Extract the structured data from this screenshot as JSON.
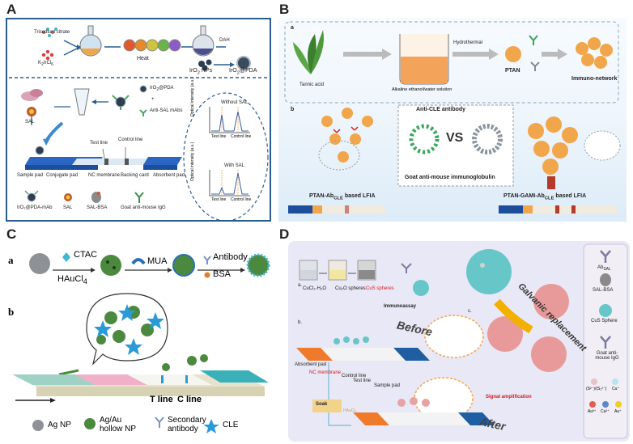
{
  "panels": {
    "A": {
      "letter": "A",
      "top": {
        "trisodium": "Trisodium citrate",
        "k2ircl6_pre": "K",
        "k2ircl6_mid": "IrCl",
        "heat": "Heat",
        "dah": "DAH",
        "iro2_nps": "IrO",
        "iro2_nps_suffix": " NPs",
        "iro2_pda": "IrO",
        "iro2_pda_suffix": "@PDA"
      },
      "bottom": {
        "sal": "SAL",
        "iro2pda_label": "IrO",
        "iro2pda_suffix": "@PDA",
        "anti_sal": "Anti-SAL mAbs",
        "plus": "+",
        "test_line": "Test line",
        "control_line": "Control line",
        "sample_pad": "Sample pad",
        "conjugate_pad": "Conjugate pad",
        "nc_membrane": "NC membrane",
        "backing_card": "Backing card",
        "absorbent_pad": "Absorbent pad",
        "legend": [
          "IrO₂@PDA-mAb",
          "SAL",
          "SAL-BSA",
          "Goat anti-mouse IgG"
        ],
        "graph1_title": "Without SAL",
        "graph2_title": "With SAL",
        "y_axis": "Optical intensity (a.u.)",
        "x_test": "Test line",
        "x_control": "Control line"
      }
    },
    "B": {
      "letter": "B",
      "a_label": "a",
      "b_label": "b",
      "tannic": "Tannic acid",
      "hydrothermal": "Hydrothermal",
      "alkaline": "Alkaline ethanol/water solution",
      "ptan": "PTAN",
      "immuno": "Immuno-network",
      "anti_cle": "Anti-CLE antibody",
      "vs": "VS",
      "goat": "Goat anti-mouse immunoglobulin",
      "lfia1": "PTAN-Ab",
      "lfia1_sub": "CLE",
      "lfia1_suffix": " based LFIA",
      "lfia2": "PTAN-GAMI-Ab",
      "lfia2_sub": "CLE",
      "lfia2_suffix": " based LFIA"
    },
    "C": {
      "letter": "C",
      "a_label": "a",
      "b_label": "b",
      "ctac": "CTAC",
      "haucl4": "HAuCl",
      "mua": "MUA",
      "antibody": "Antibody",
      "bsa": "BSA",
      "t_line": "T line",
      "c_line": "C line",
      "legend": [
        "Ag NP",
        "Ag/Au hollow NP",
        "Secondary antibody",
        "CLE"
      ]
    },
    "D": {
      "letter": "D",
      "a_label": "a.",
      "b_label": "b.",
      "c_label": "c.",
      "cucl2": "CuCl₂·H₂O",
      "cu2o": "Cu₂O spheres",
      "cus": "CuS spheres",
      "immunoassay": "Immunoassay",
      "absorbent_pad": "Absorbent pad",
      "nc_membrane": "NC membrane",
      "control_line": "Control line",
      "test_line": "Test line",
      "sample_pad": "Sample pad",
      "before": "Before",
      "after": "After",
      "soak": "Soak",
      "haucl4": "HAuCl₄",
      "signal": "Signal amplification",
      "galvanic": "Galvanic replacement",
      "legend": [
        "Ab",
        "SAL-BSA",
        "CuS Sphere",
        "Goat anti-mouse IgG"
      ],
      "legend_ab_sub": "SAL",
      "ions": [
        "(S²⁻)/(S₂²⁻)",
        "Cu⁺",
        "Au³⁺",
        "Cu²⁺",
        "Au⁺"
      ]
    }
  },
  "colors": {
    "panelA_border": "#2a5d8f",
    "panelB_bg": "#f3f8fd",
    "panelD_bg": "#e9e8f6",
    "orange": "#f2a64b",
    "green": "#3aa55a",
    "red": "#d21d1d",
    "blue": "#2b6fb7"
  }
}
